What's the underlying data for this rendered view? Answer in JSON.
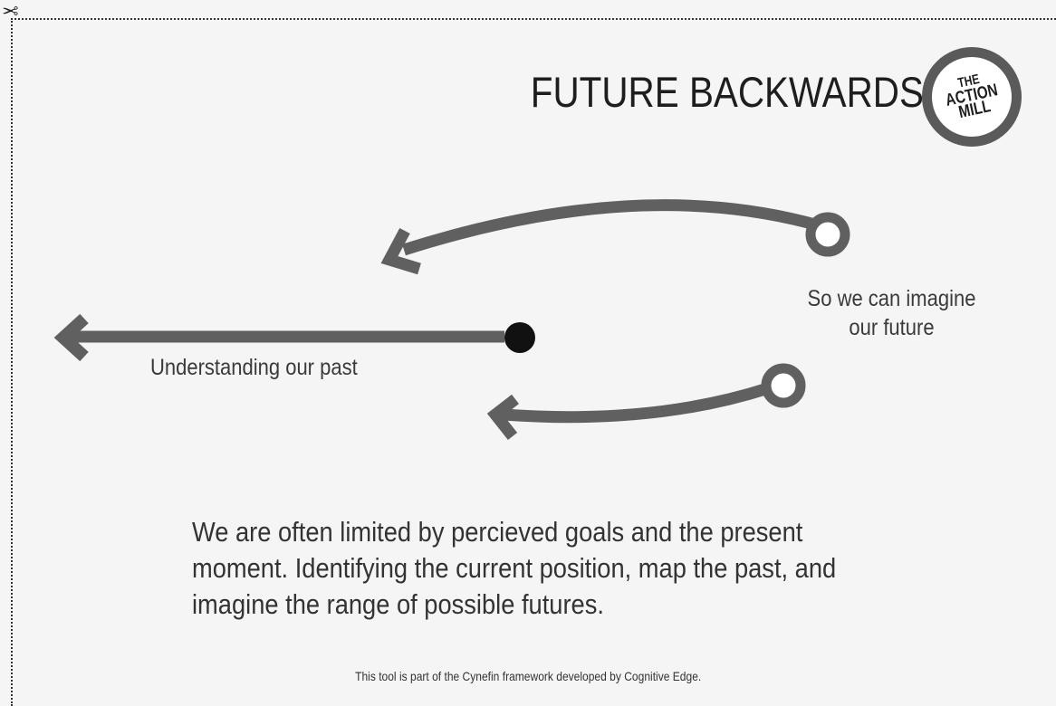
{
  "header": {
    "title": "FUTURE BACKWARDS",
    "logo_lines": [
      "THE",
      "ACTION",
      "MILL"
    ]
  },
  "diagram": {
    "labels": {
      "future": "So we can imagine our future",
      "past": "Understanding our past"
    },
    "colors": {
      "arrow": "#606060",
      "present_dot": "#111111",
      "endpoint_fill": "#ffffff"
    }
  },
  "body": {
    "text": "We are often limited by percieved goals and the present moment. Identifying the current position, map the past, and imagine the range of possible futures."
  },
  "footer": {
    "text": "This tool is part of the Cynefin framework developed by Cognitive Edge."
  }
}
